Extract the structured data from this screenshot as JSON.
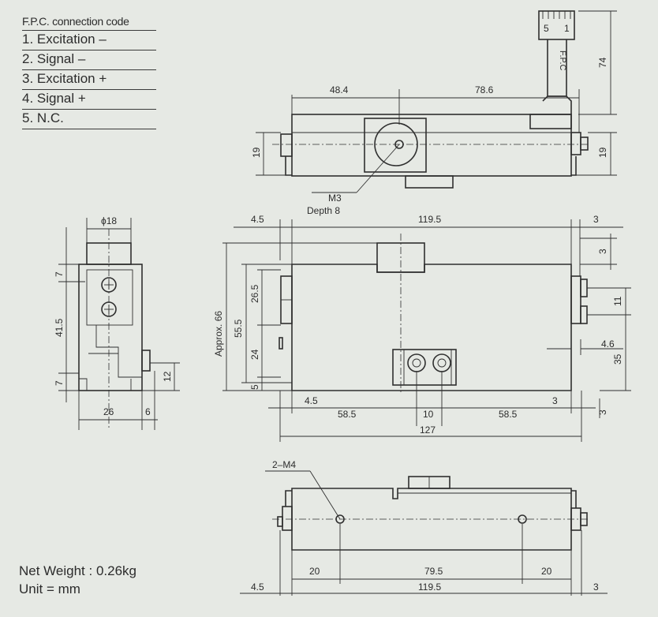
{
  "legend": {
    "title": "F.P.C. connection code",
    "items": [
      "1. Excitation –",
      "2. Signal –",
      "3. Excitation +",
      "4. Signal +",
      "5. N.C."
    ]
  },
  "notes": {
    "weight": "Net Weight : 0.26kg",
    "unit": "Unit = mm"
  },
  "top_view": {
    "dim_left": "48.4",
    "dim_right": "78.6",
    "dim_height_left": "19",
    "dim_height_right": "19",
    "dim_fpc": "74",
    "fpc_label": "F.P.C",
    "fpc_pin_5": "5",
    "fpc_pin_1": "1",
    "callout_m3": "M3",
    "callout_depth": "Depth 8"
  },
  "side_view": {
    "dim_diameter": "ϕ18",
    "dim_7_top": "7",
    "dim_41_5": "41.5",
    "dim_7_bottom": "7",
    "dim_12": "12",
    "dim_26": "26",
    "dim_6": "6"
  },
  "front_view": {
    "dim_4_5_top": "4.5",
    "dim_119_5_top": "119.5",
    "dim_3_top": "3",
    "dim_3_right": "3",
    "dim_approx_66": "Approx. 66",
    "dim_55_5": "55.5",
    "dim_26_5": "26.5",
    "dim_24": "24",
    "dim_5": "5",
    "dim_11": "11",
    "dim_4_6": "4.6",
    "dim_35": "35",
    "dim_4_5_bottom": "4.5",
    "dim_58_5_left": "58.5",
    "dim_10": "10",
    "dim_58_5_right": "58.5",
    "dim_3_bottom": "3",
    "dim_3_right_bottom": "3",
    "dim_127": "127"
  },
  "bottom_view": {
    "callout_m4": "2–M4",
    "dim_20_left": "20",
    "dim_79_5": "79.5",
    "dim_20_right": "20",
    "dim_4_5": "4.5",
    "dim_119_5": "119.5",
    "dim_3": "3"
  }
}
